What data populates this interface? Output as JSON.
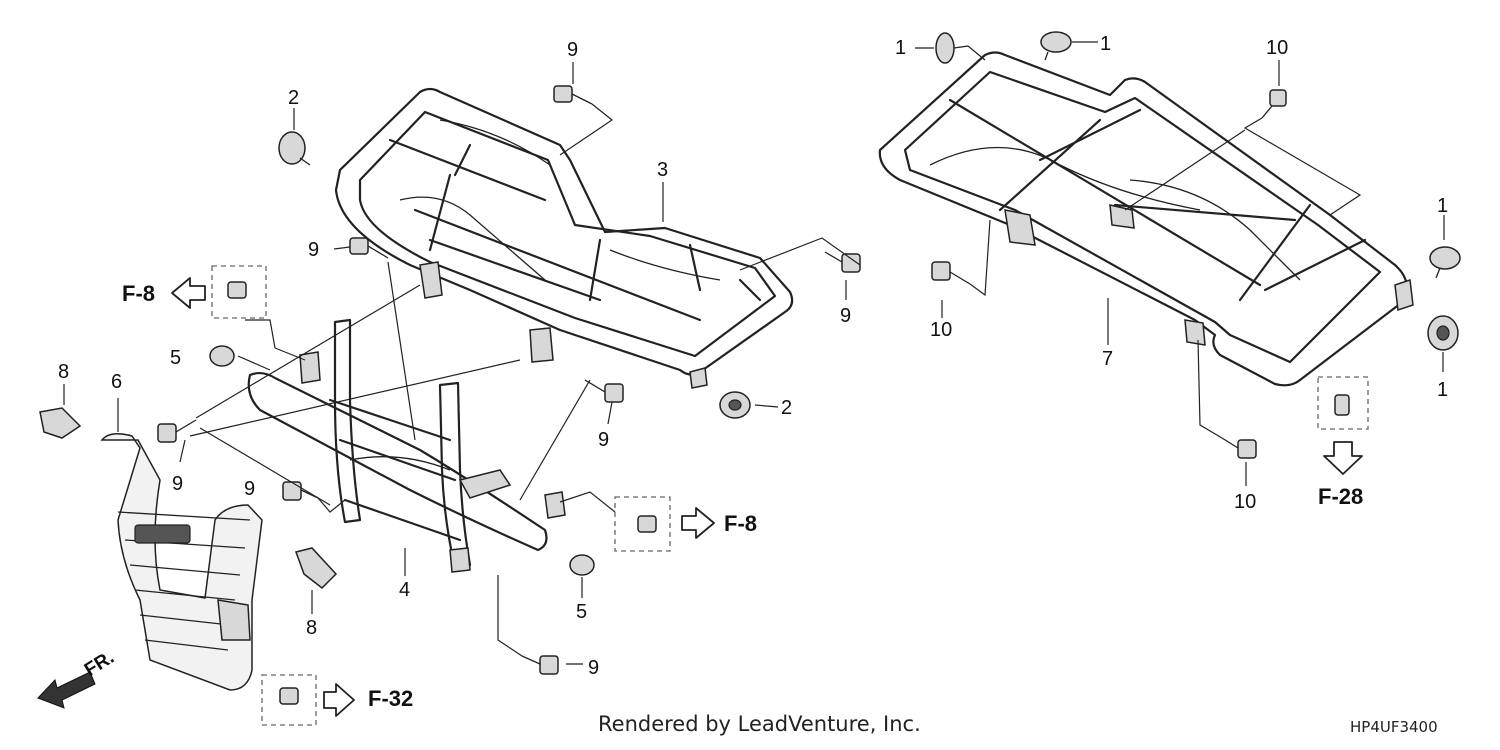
{
  "callouts": {
    "c1a": "1",
    "c1b": "1",
    "c1c": "1",
    "c1d": "1",
    "c2a": "2",
    "c2b": "2",
    "c3": "3",
    "c4": "4",
    "c5a": "5",
    "c5b": "5",
    "c6": "6",
    "c7": "7",
    "c8a": "8",
    "c8b": "8",
    "c9a": "9",
    "c9b": "9",
    "c9c": "9",
    "c9d": "9",
    "c9e": "9",
    "c9f": "9",
    "c10a": "10",
    "c10b": "10",
    "c10c": "10"
  },
  "refs": {
    "f8_left": "F-8",
    "f8_right": "F-8",
    "f32": "F-32",
    "f28": "F-28",
    "front": "FR."
  },
  "footer": {
    "rendered_by": "Rendered by LeadVenture, Inc.",
    "diagram_code": "HP4UF3400"
  }
}
